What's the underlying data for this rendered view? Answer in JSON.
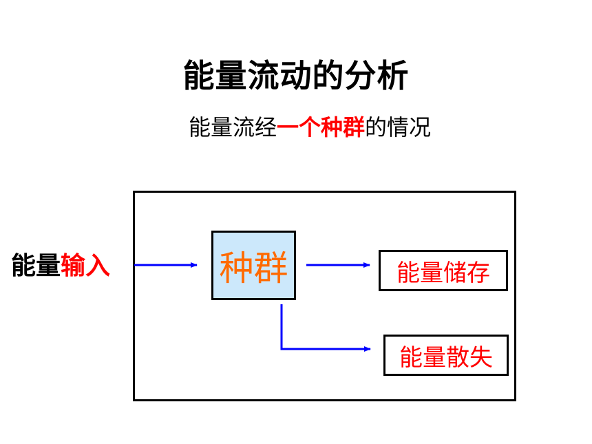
{
  "title": "能量流动的分析",
  "subtitle": {
    "prefix": "能量流经",
    "highlight": "一个种群",
    "suffix": "的情况"
  },
  "input_label": {
    "black": "能量",
    "red": "输入"
  },
  "population_label": "种群",
  "storage_label": "能量储存",
  "dissipation_label": "能量散失",
  "colors": {
    "arrow": "#0000ff",
    "highlight": "#ff0000",
    "population_text": "#ff6a00",
    "population_fill": "#cce8fb"
  }
}
